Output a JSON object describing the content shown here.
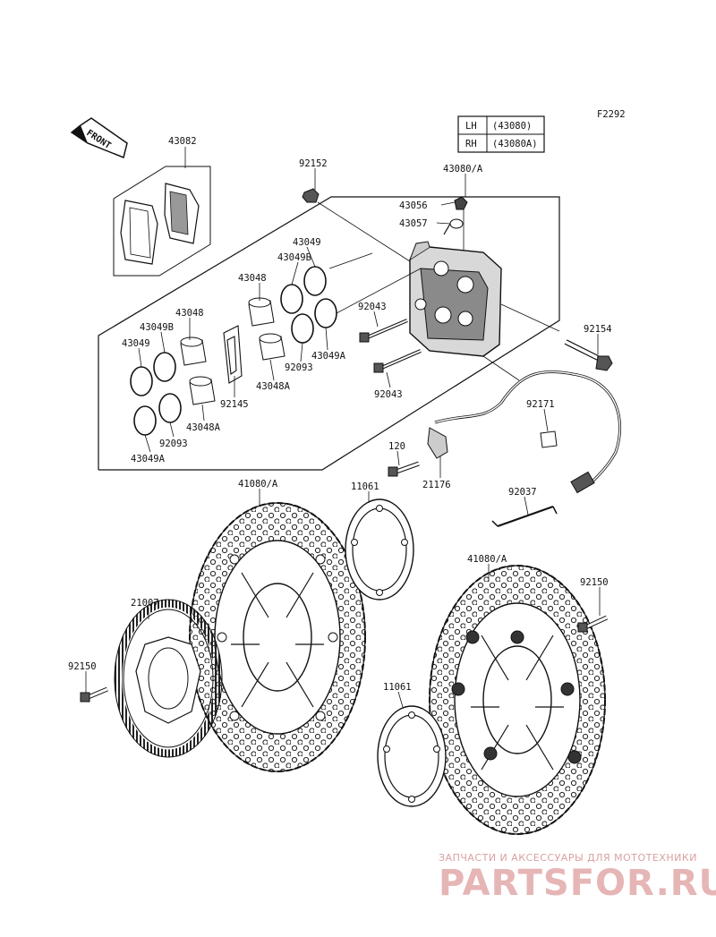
{
  "figure_code": "F2292",
  "front_label": "FRONT",
  "variant_table": [
    {
      "side": "LH",
      "part": "(43080)"
    },
    {
      "side": "RH",
      "part": "(43080A)"
    }
  ],
  "part_labels": {
    "p43082": "43082",
    "p92152": "92152",
    "p43080a": "43080/A",
    "p43056": "43056",
    "p43057": "43057",
    "p43049_top": "43049",
    "p43049b_top": "43049B",
    "p43048_top": "43048",
    "p92043_top": "92043",
    "p43048_left": "43048",
    "p43049b_left": "43049B",
    "p43049_left": "43049",
    "p92093_mid": "92093",
    "p43049a_mid": "43049A",
    "p43048a_mid": "43048A",
    "p92145": "92145",
    "p43048a_low": "43048A",
    "p92093_low": "92093",
    "p43049a_low": "43049A",
    "p92043_low": "92043",
    "p92154": "92154",
    "p92171": "92171",
    "p120": "120",
    "p21176": "21176",
    "p92037": "92037",
    "p41080a_left": "41080/A",
    "p11061_top": "11061",
    "p41080a_right": "41080/A",
    "p92150_right": "92150",
    "p21007": "21007",
    "p92150_left": "92150",
    "p11061_low": "11061"
  },
  "watermark": {
    "tagline": "ЗАПЧАСТИ И АКСЕССУАРЫ ДЛЯ МОТОТЕХНИКИ",
    "brand": "PARTSFOR.RU"
  }
}
